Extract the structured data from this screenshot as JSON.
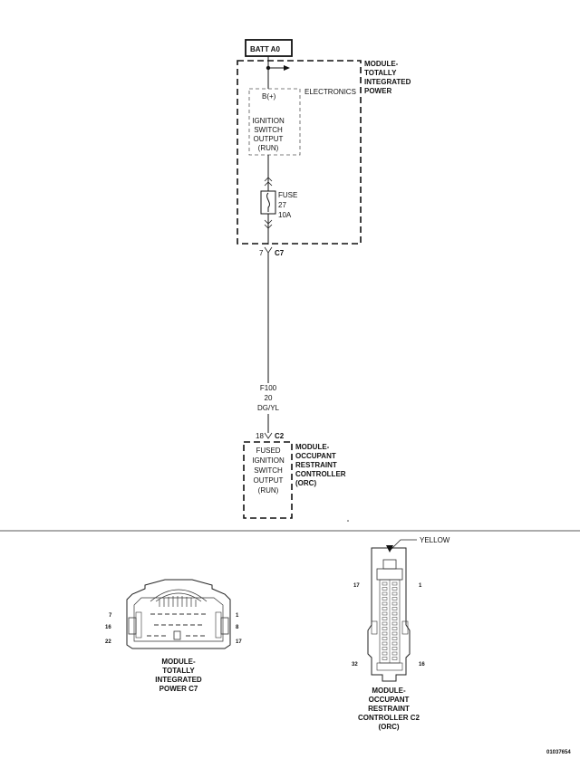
{
  "source_label": "BATT A0",
  "tipm": {
    "module_lines": [
      "MODULE-",
      "TOTALLY",
      "INTEGRATED",
      "POWER"
    ],
    "electronics_label": "ELECTRONICS",
    "bplus_label": "B(+)",
    "ignition_lines": [
      "IGNITION",
      "SWITCH",
      "OUTPUT",
      "(RUN)"
    ],
    "fuse_lines": [
      "FUSE",
      "27",
      "10A"
    ],
    "pin": "7",
    "connector": "C7"
  },
  "wire": {
    "circuit": "F100",
    "gauge": "20",
    "color": "DG/YL"
  },
  "orc": {
    "pin": "18",
    "connector": "C2",
    "module_lines": [
      "MODULE-",
      "OCCUPANT",
      "RESTRAINT",
      "CONTROLLER",
      "(ORC)"
    ],
    "inner_lines": [
      "FUSED",
      "IGNITION",
      "SWITCH",
      "OUTPUT",
      "(RUN)"
    ]
  },
  "connector_c7": {
    "pins_left": [
      "7",
      "16",
      "22"
    ],
    "pins_right": [
      "1",
      "8",
      "17"
    ],
    "caption_lines": [
      "MODULE-",
      "TOTALLY",
      "INTEGRATED",
      "POWER C7"
    ]
  },
  "connector_c2": {
    "color_label": "YELLOW",
    "pins_left": [
      "17",
      "32"
    ],
    "pins_right": [
      "1",
      "16"
    ],
    "caption_lines": [
      "MODULE-",
      "OCCUPANT",
      "RESTRAINT",
      "CONTROLLER C2",
      "(ORC)"
    ]
  },
  "figure_id": "01037654"
}
